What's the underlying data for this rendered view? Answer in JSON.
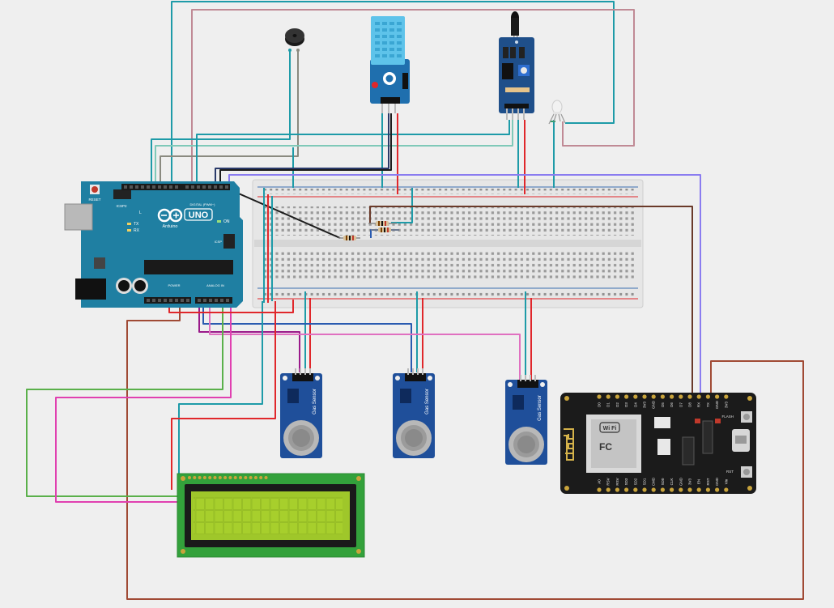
{
  "arduino": {
    "brand": "Arduino",
    "model": "UNO",
    "reset_label": "RESET",
    "icsp2_label": "ICSP2",
    "icsp_label": "ICSP",
    "digital_label": "DIGITAL (PWM~)",
    "analog_label": "ANALOG IN",
    "power_label": "POWER",
    "tx_label": "TX",
    "rx_label": "RX",
    "l_label": "L",
    "on_label": "ON",
    "board_color": "#1f7fa2"
  },
  "gas_sensors": [
    {
      "label": "Gas Sensor"
    },
    {
      "label": "Gas Sensor"
    },
    {
      "label": "Gas Sensor"
    }
  ],
  "nodemcu": {
    "wifi_label": "Wi Fi",
    "fc_label": "FC",
    "top_pins": [
      "D0",
      "D1",
      "D2",
      "D3",
      "D4",
      "3V3",
      "GND",
      "D5",
      "D6",
      "D7",
      "D8",
      "RX",
      "TX",
      "GND",
      "3V3"
    ],
    "bottom_pins": [
      "A0",
      "RSV",
      "RSV",
      "SD3",
      "SD2",
      "SD1",
      "CMD",
      "SD0",
      "CLK",
      "GND",
      "3V3",
      "EN",
      "RST",
      "GND",
      "Vin"
    ],
    "flash_label": "FLASH",
    "rst_label": "RST"
  },
  "lcd": {
    "screen_color": "#9fc72a",
    "board_color": "#33a13b"
  },
  "wire_colors": {
    "teal": "#1e9ba8",
    "red": "#e0272b",
    "black": "#1c1c1c",
    "navy": "#2a3a6a",
    "purple": "#8a7cf0",
    "pink": "#e040b0",
    "magenta": "#9a1a8a",
    "green": "#5ab04a",
    "brown": "#a04a35",
    "mauve": "#c08a95",
    "gray": "#8a8a80",
    "blue": "#2a5bb0",
    "darkbrown": "#6a3a2a"
  }
}
